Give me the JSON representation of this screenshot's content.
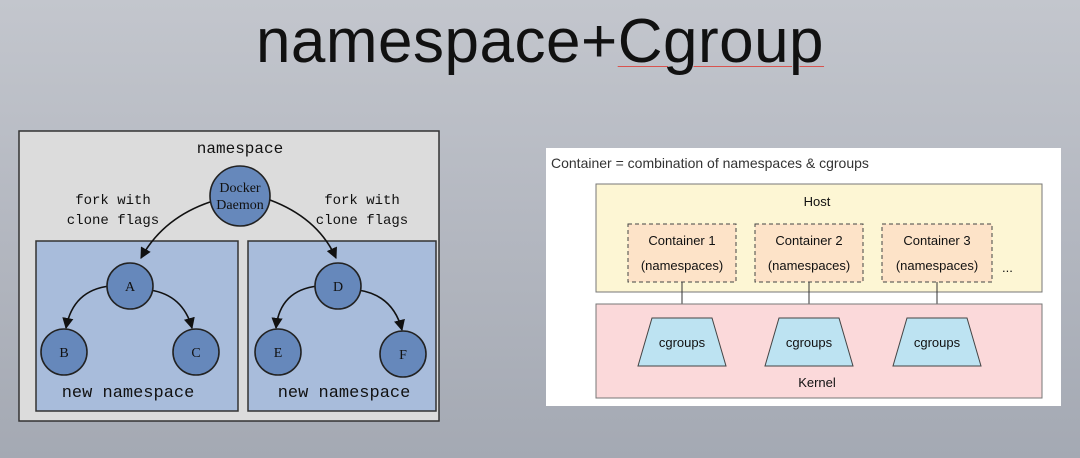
{
  "title": {
    "prefix": "namespace+",
    "underlined": "Cgroup"
  },
  "left_diagram": {
    "outer_label": "namespace",
    "root_node": [
      "Docker",
      "Daemon"
    ],
    "left_edge_label": [
      "fork with",
      "clone flags"
    ],
    "right_edge_label": [
      "fork with",
      "clone flags"
    ],
    "boxes": [
      {
        "label": "new namespace",
        "parent": "A",
        "children": [
          "B",
          "C"
        ]
      },
      {
        "label": "new namespace",
        "parent": "D",
        "children": [
          "E",
          "F"
        ]
      }
    ],
    "colors": {
      "outer_bg": "#dcdcdc",
      "box_bg": "#a8bcdb",
      "node_fill": "#6688bb"
    }
  },
  "right_diagram": {
    "caption": "Container = combination of namespaces & cgroups",
    "host_label": "Host",
    "containers": [
      {
        "name": "Container 1",
        "sub": "(namespaces)"
      },
      {
        "name": "Container 2",
        "sub": "(namespaces)"
      },
      {
        "name": "Container 3",
        "sub": "(namespaces)"
      }
    ],
    "ellipsis": "...",
    "cgroups": [
      "cgroups",
      "cgroups",
      "cgroups"
    ],
    "kernel_label": "Kernel",
    "colors": {
      "host_bg": "#fdf6d4",
      "container_bg": "#fde3c8",
      "kernel_bg": "#fbd9da",
      "cgroup_bg": "#bde3f2"
    }
  }
}
